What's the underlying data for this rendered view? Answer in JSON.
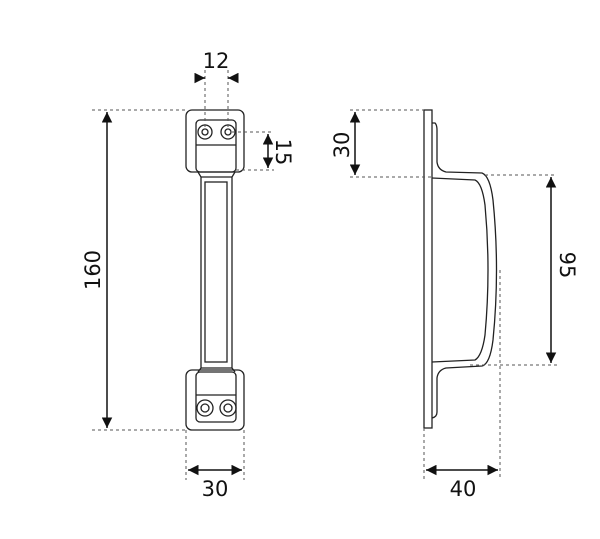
{
  "dimensions": {
    "overall_length": "160",
    "hole_spacing": "12",
    "hole_offset": "15",
    "plate_width": "30",
    "plate_height_side": "30",
    "grip_length": "95",
    "projection": "40"
  },
  "colors": {
    "line": "#222222",
    "background": "#ffffff"
  }
}
